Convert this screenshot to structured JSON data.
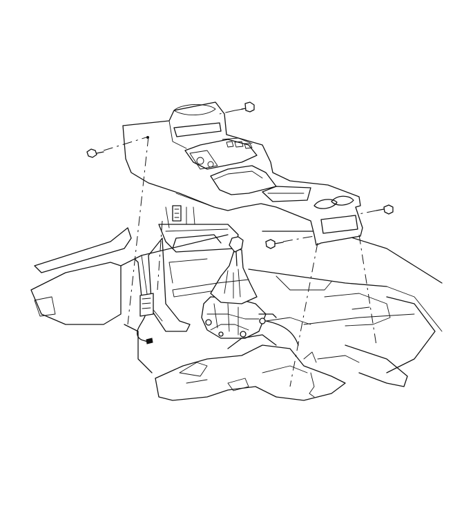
{
  "diagram": {
    "labels": [],
    "colors": {
      "line": "#111111",
      "background": "#ffffff"
    },
    "parts": [
      "center-console",
      "console-bolt",
      "gear-shift-lever",
      "shift-boot",
      "shifter-base",
      "wiring-harness-connector",
      "vehicle-floor-pan",
      "console-bracket"
    ]
  }
}
